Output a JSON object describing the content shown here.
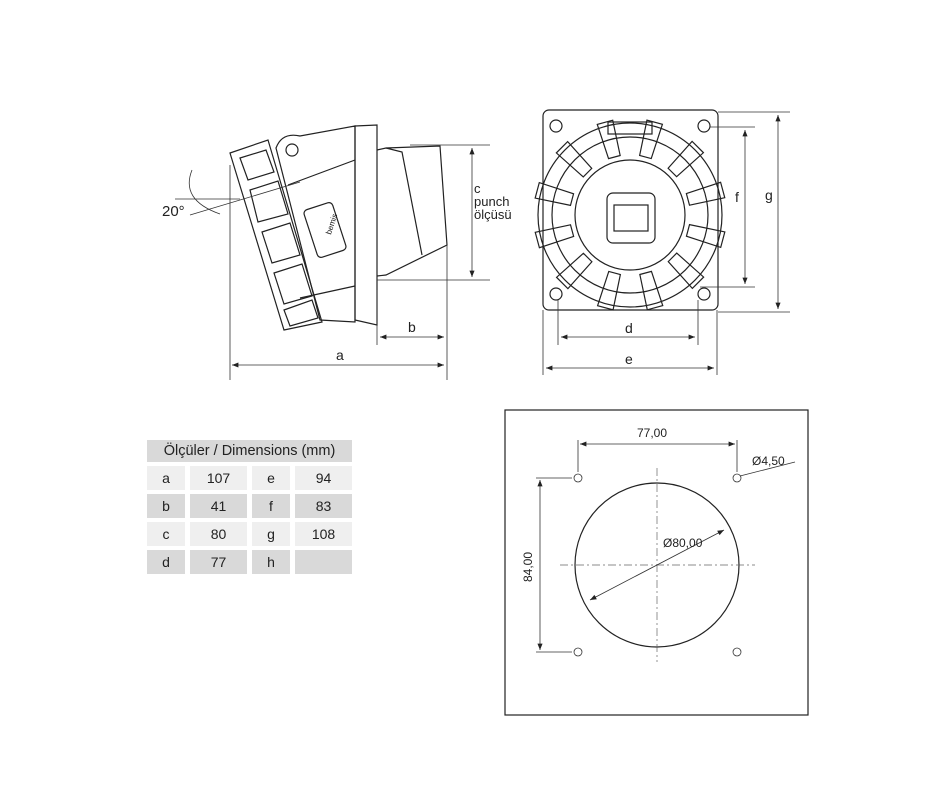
{
  "side_view": {
    "angle_label": "20°",
    "dim_a": "a",
    "dim_b": "b",
    "dim_c_lines": [
      "c",
      "punch",
      "ölçüsü"
    ],
    "brand": "bemis"
  },
  "front_view": {
    "dim_d": "d",
    "dim_e": "e",
    "dim_f": "f",
    "dim_g": "g"
  },
  "cutout": {
    "hole_spacing_h": "77,00",
    "hole_spacing_v": "84,00",
    "hole_diameter": "Ø4,50",
    "cutout_diameter": "Ø80,00"
  },
  "table": {
    "title": "Ölçüler / Dimensions (mm)",
    "rows": [
      [
        "a",
        "107",
        "e",
        "94"
      ],
      [
        "b",
        "41",
        "f",
        "83"
      ],
      [
        "c",
        "80",
        "g",
        "108"
      ],
      [
        "d",
        "77",
        "h",
        ""
      ]
    ]
  }
}
